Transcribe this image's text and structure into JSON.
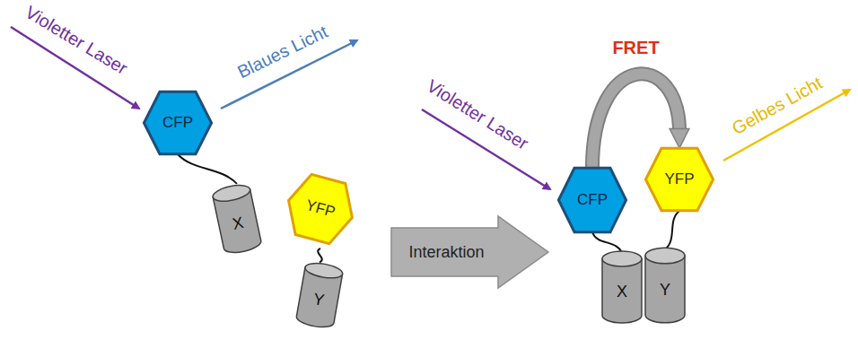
{
  "diagram": {
    "nodes": [
      {
        "text": [
          "CFP"
        ]
      },
      {
        "text": [
          "X"
        ]
      },
      {
        "text": [
          "YFP"
        ]
      },
      {
        "text": [
          "Y"
        ]
      },
      {
        "text": [
          "Interaktion"
        ]
      },
      {
        "text": [
          "CFP"
        ]
      },
      {
        "text": [
          "YFP"
        ]
      },
      {
        "text": [
          "X"
        ]
      },
      {
        "text": [
          "Y"
        ]
      }
    ],
    "edges": [
      {
        "from": 0,
        "to": 1,
        "arrow": "none"
      },
      {
        "from": 2,
        "to": 3,
        "arrow": "none"
      },
      {
        "from": 5,
        "to": 7,
        "arrow": "none"
      },
      {
        "from": 6,
        "to": 8,
        "arrow": "none"
      },
      {
        "from": 5,
        "to": 6,
        "label": "FRET",
        "arrow": "to"
      }
    ],
    "labels": [
      "Violetter Laser",
      "Blaues Licht",
      "Violetter Laser",
      "Gelbes Licht"
    ]
  }
}
